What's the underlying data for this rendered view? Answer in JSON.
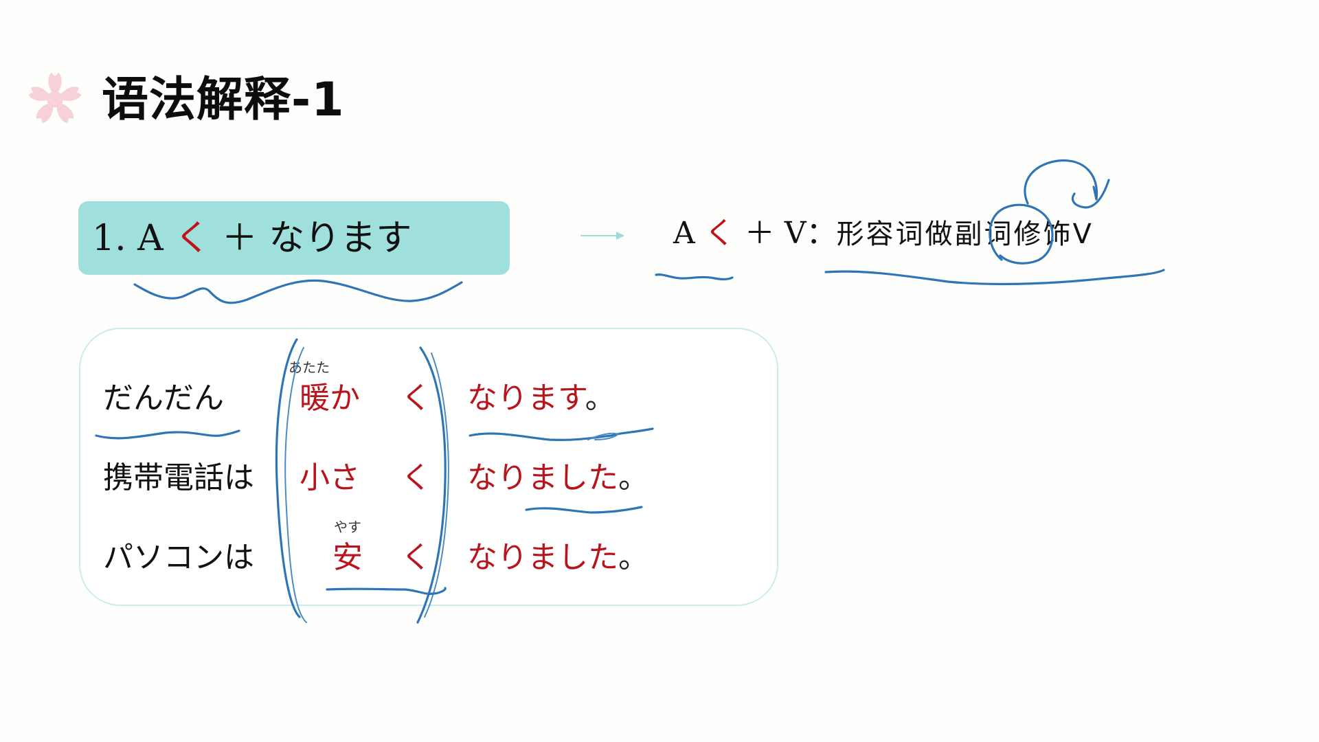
{
  "slide": {
    "title": "语法解释-1",
    "icon": "sakura-icon",
    "colors": {
      "background": "#fefefd",
      "grammar_box": "#9fe0dc",
      "example_box_border": "#cbecea",
      "highlight_red": "#c0141a",
      "ink_blue": "#2f75b5",
      "sakura_pink": "#f8cfd6"
    }
  },
  "grammar_point": {
    "number": "1.",
    "a": "A",
    "ku": "く",
    "plus": "＋",
    "verb": "なります"
  },
  "arrow": "→",
  "explanation": {
    "a": "A",
    "ku": "く",
    "plus": "＋",
    "v": "V",
    "colon": "：",
    "text": "形容词做副词修饰V"
  },
  "examples": [
    {
      "subject": "だんだん",
      "furigana": "あたた",
      "adjective_stem": "暖か",
      "ku": "く",
      "verb": "なります",
      "period": "。"
    },
    {
      "subject": "携帯電話は",
      "furigana": "",
      "adjective_stem": "小さ",
      "ku": "く",
      "verb": "なりました",
      "period": "。"
    },
    {
      "subject": "パソコンは",
      "furigana": "やす",
      "adjective_stem": "安",
      "ku": "く",
      "verb": "なりました",
      "period": "。"
    }
  ]
}
